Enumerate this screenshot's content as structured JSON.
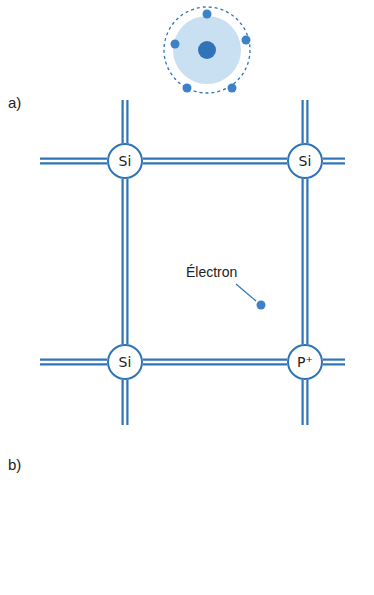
{
  "diagram": {
    "nodes": [
      {
        "text": [
          "Si"
        ]
      },
      {
        "text": [
          "Si"
        ]
      },
      {
        "text": [
          "Si"
        ]
      },
      {
        "text": [
          "P⁺"
        ]
      }
    ],
    "edges": [
      {
        "from": 0,
        "to": 1,
        "arrow": "none"
      },
      {
        "from": 0,
        "to": 2,
        "arrow": "none"
      },
      {
        "from": 1,
        "to": 3,
        "arrow": "none"
      },
      {
        "from": 2,
        "to": 3,
        "arrow": "none"
      }
    ],
    "labels": [
      "a)",
      "Électron",
      "b)"
    ]
  }
}
